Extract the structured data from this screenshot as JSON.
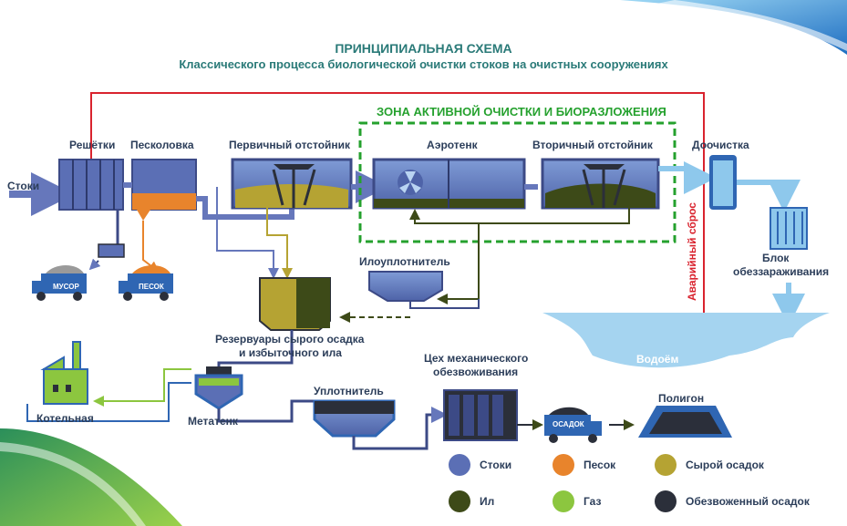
{
  "title": "ПРИНЦИПИАЛЬНАЯ СХЕМА",
  "subtitle": "Классического процесса биологической очистки стоков на очистных сооружениях",
  "zone_label": "ЗОНА АКТИВНОЙ ОЧИСТКИ И БИОРАЗЛОЖЕНИЯ",
  "labels": {
    "inflow": "Стоки",
    "screens": "Решётки",
    "sand_trap": "Песколовка",
    "primary_clarifier": "Первичный отстойник",
    "aerotank": "Аэротенк",
    "secondary_clarifier": "Вторичный отстойник",
    "post_treatment": "Доочистка",
    "disinfection_1": "Блок",
    "disinfection_2": "обеззараживания",
    "emergency_discharge": "Аварийный сброс",
    "sludge_thickener_top": "Илоуплотнитель",
    "reservoirs_1": "Резервуары сырого осадка",
    "reservoirs_2": "и избыточного ила",
    "boiler": "Котельная",
    "digester": "Метатенк",
    "compactor": "Уплотнитель",
    "dewatering_1": "Цех механического",
    "dewatering_2": "обезвоживания",
    "landfill": "Полигон",
    "water_body": "Водоём",
    "truck_garbage": "МУСОР",
    "truck_sand": "ПЕСОК",
    "truck_sludge": "ОСАДОК"
  },
  "legend": [
    {
      "label": "Стоки",
      "color": "#5b6fb5"
    },
    {
      "label": "Песок",
      "color": "#e8842c"
    },
    {
      "label": "Сырой осадок",
      "color": "#b5a333"
    },
    {
      "label": "Ил",
      "color": "#3d4a18"
    },
    {
      "label": "Газ",
      "color": "#8cc63f"
    },
    {
      "label": "Обезвоженный осадок",
      "color": "#2b2f3a"
    }
  ],
  "colors": {
    "water": "#5b6fb5",
    "sand": "#e8842c",
    "raw_sludge": "#b5a333",
    "activated_sludge": "#3d4a18",
    "gas": "#8cc63f",
    "dewatered": "#2b2f3a",
    "emergency": "#d9232e",
    "zone": "#25a12e",
    "clean_water": "#8ec8ec"
  }
}
